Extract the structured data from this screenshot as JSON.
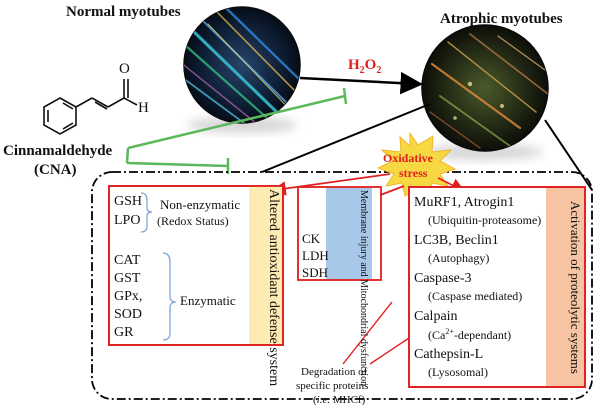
{
  "title_normal": "Normal myotubes",
  "title_atrophic": "Atrophic myotubes",
  "h2o2": {
    "main": "H",
    "sub1": "2",
    "mid": "O",
    "sub2": "2"
  },
  "compound": {
    "name": "Cinnamaldehyde",
    "abbr": "(CNA)",
    "atom_o": "O",
    "atom_h": "H"
  },
  "stress": {
    "line1": "Oxidative",
    "line2": "stress"
  },
  "antioxidant": {
    "nonenzymatic_items": [
      "GSH",
      "LPO"
    ],
    "nonenzymatic_label": "Non-enzymatic",
    "nonenzymatic_sub": "(Redox Status)",
    "enzymatic_items": [
      "CAT",
      "GST",
      "GPx,",
      "SOD",
      "GR"
    ],
    "enzymatic_label": "Enzymatic",
    "panel_title": "Altered antioxidant defense system"
  },
  "membrane": {
    "items": [
      "CK",
      "LDH",
      "SDH"
    ],
    "panel_title": "Membrane injury and Mitochondrial dysfunction"
  },
  "proteolytic": {
    "entries": [
      {
        "name": "MuRF1, Atrogin1",
        "desc": "(Ubiquitin-proteasome)"
      },
      {
        "name": "LC3B, Beclin1",
        "desc": "(Autophagy)"
      },
      {
        "name": "Caspase-3",
        "desc": "(Caspase mediated)"
      },
      {
        "name": "Calpain",
        "desc_pre": "(Ca",
        "desc_sup": "2+",
        "desc_post": "-dependant)"
      },
      {
        "name": "Cathepsin-L",
        "desc": "(Lysosomal)"
      }
    ],
    "panel_title": "Activation of proteolytic systems"
  },
  "degradation": {
    "line1": "Degradation of",
    "line2": "specific proteins",
    "ie": "i.e.",
    "ie_post": " MHCf)",
    "ie_pre": "("
  },
  "colors": {
    "red": "#e02020",
    "green": "#5cb85c",
    "yellow_panel": "#fdebb3",
    "blue_panel": "#a8c8ea",
    "salmon_panel": "#f7c4a3",
    "star": "#f6d842"
  }
}
